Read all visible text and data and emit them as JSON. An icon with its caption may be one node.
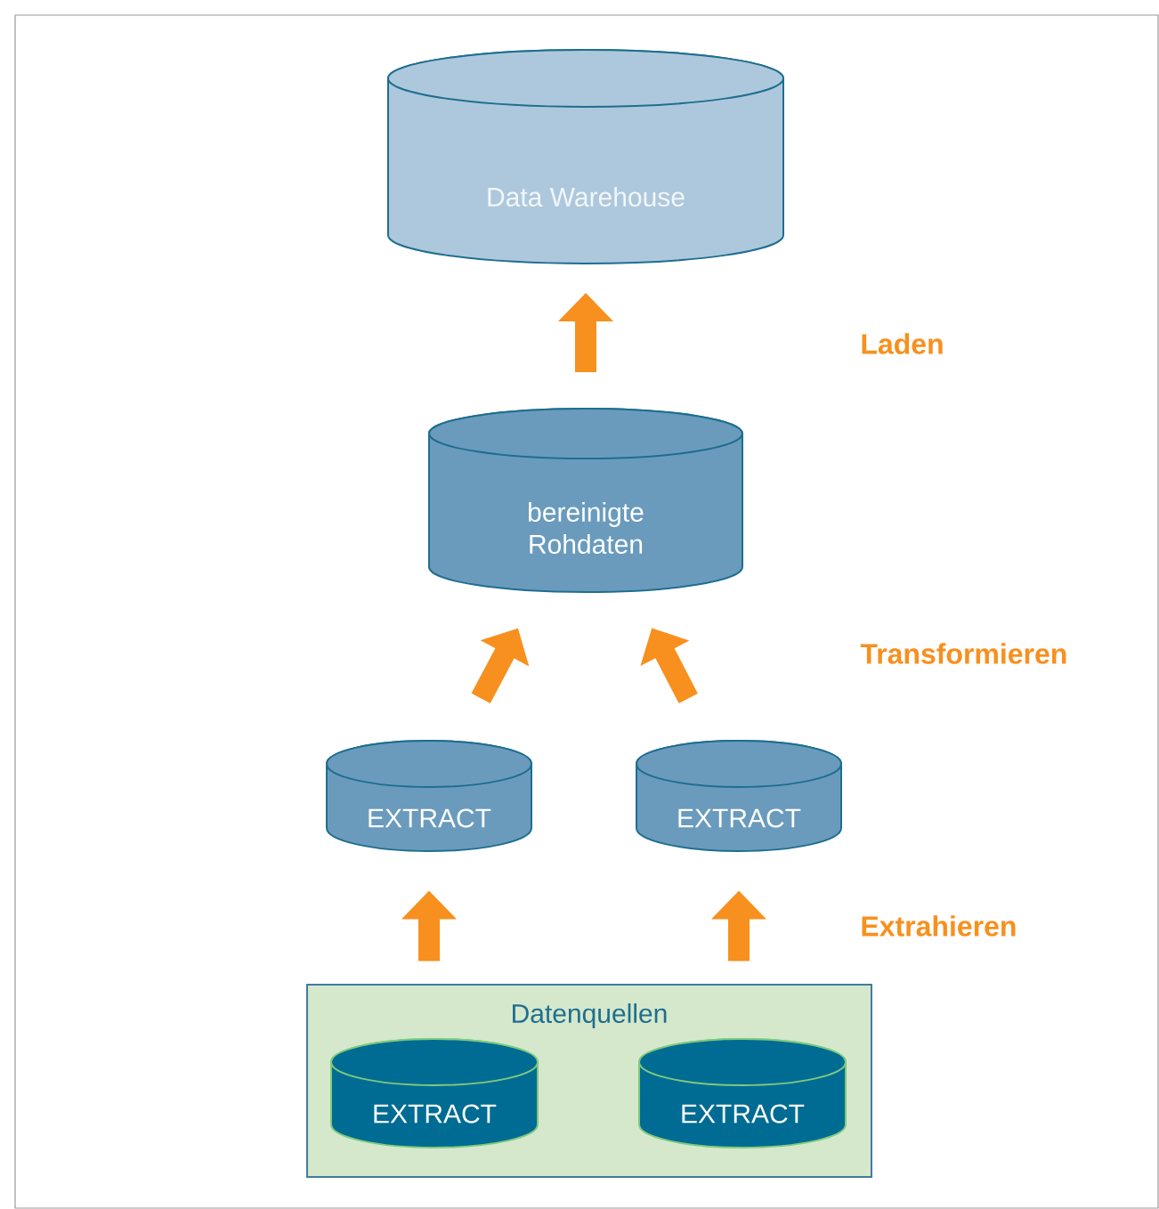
{
  "diagram": {
    "nodes": [
      {
        "text": [
          "Data Warehouse"
        ]
      },
      {
        "text": [
          "bereinigte Rohdaten"
        ]
      },
      {
        "text": [
          "EXTRACT"
        ]
      },
      {
        "text": [
          "EXTRACT"
        ]
      },
      {
        "text": [
          "Datenquellen"
        ]
      },
      {
        "text": [
          "EXTRACT"
        ],
        "in": 4
      },
      {
        "text": [
          "EXTRACT"
        ],
        "in": 4
      }
    ],
    "edges": [
      {
        "from": 1,
        "to": 0,
        "arrow": "to"
      },
      {
        "from": 2,
        "to": 1,
        "arrow": "to"
      },
      {
        "from": 3,
        "to": 1,
        "arrow": "to"
      },
      {
        "from": 4,
        "to": 2,
        "arrow": "to"
      },
      {
        "from": 4,
        "to": 3,
        "arrow": "to"
      }
    ],
    "labels": [
      "Laden",
      "Transformieren",
      "Extrahieren"
    ]
  }
}
